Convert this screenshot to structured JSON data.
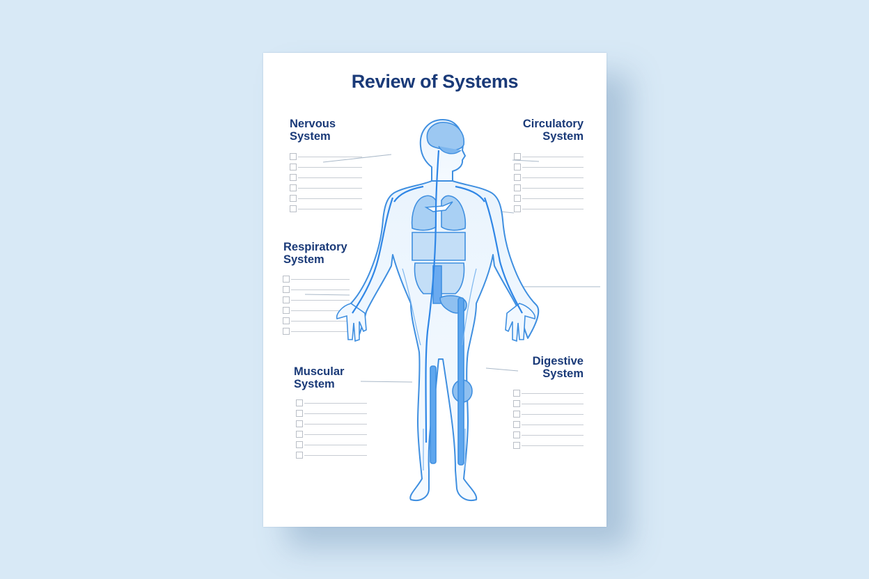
{
  "document": {
    "title": "Review of Systems",
    "sections": {
      "nervous": {
        "line1": "Nervous",
        "line2": "System",
        "items": 6
      },
      "circulatory": {
        "line1": "Circulatory",
        "line2": "System",
        "items": 6
      },
      "respiratory": {
        "line1": "Respiratory",
        "line2": "System",
        "items": 6
      },
      "muscular": {
        "line1": "Muscular",
        "line2": "System",
        "items": 6
      },
      "digestive": {
        "line1": "Digestive",
        "line2": "System",
        "items": 6
      }
    }
  },
  "colors": {
    "background": "#d8e9f6",
    "heading": "#1a3a78",
    "body_outline": "#3f8fe0",
    "organ_fill": "#9cc8f2"
  }
}
